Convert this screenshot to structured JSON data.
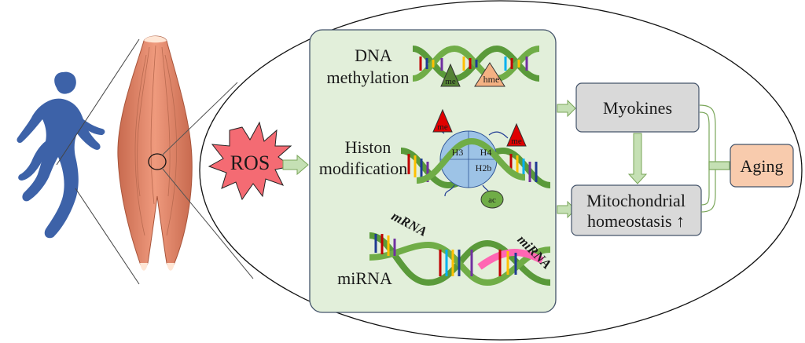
{
  "stimulus": {
    "label": "ROS"
  },
  "mechanisms": {
    "dna_methylation": {
      "line1": "DNA",
      "line2": "methylation",
      "marks": [
        "me",
        "hme"
      ]
    },
    "histone_modification": {
      "line1": "Histon",
      "line2": "modification",
      "histones": [
        "H3",
        "H4",
        "H2b"
      ],
      "marks": [
        "me",
        "me",
        "ac"
      ]
    },
    "mirna": {
      "label": "miRNA",
      "strand_labels": [
        "mRNA",
        "miRNA"
      ]
    }
  },
  "outcomes": {
    "myokines": "Myokines",
    "mito_line1": "Mitochondrial",
    "mito_line2": "homeostasis ↑",
    "aging": "Aging"
  },
  "colors": {
    "runner": "#3d62a8",
    "muscle": "#e0876a",
    "ros_fill": "#f46b73",
    "panel_fill": "#e2efda",
    "box_fill": "#d9d9d9",
    "aging_fill": "#f8cbad",
    "arrow_fill": "#c5e0b4",
    "helix_green": "#70ad47",
    "me_triangle": "#548235",
    "hme_triangle": "#f4b183",
    "red_mark": "#e00000",
    "histone_blue": "#9dc3e6"
  }
}
